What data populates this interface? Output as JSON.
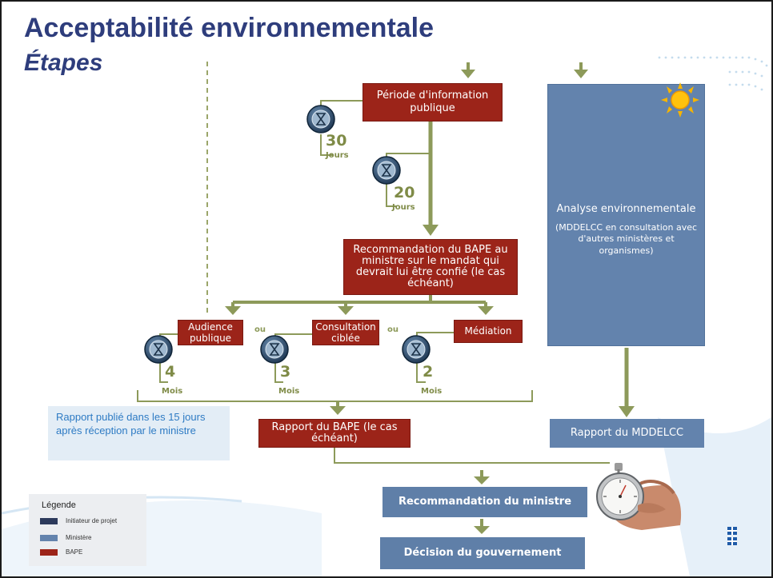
{
  "slide": {
    "title": "Acceptabilité environnementale",
    "subtitle": "Étapes"
  },
  "flow": {
    "info_period": "Période d'information publique",
    "bape_recommendation": "Recommandation du BAPE au ministre sur le mandat qui devrait lui être confié (le cas échéant)",
    "hearing": "Audience publique",
    "consultation": "Consultation ciblée",
    "mediation": "Médiation",
    "or_label": "ou",
    "bape_report": "Rapport du BAPE (le cas échéant)",
    "analysis": {
      "title": "Analyse environnementale",
      "detail": "(MDDELCC en consultation avec d'autres ministères et organismes)"
    },
    "ministry_report": "Rapport du MDDELCC",
    "minister_recommendation": "Recommandation du ministre",
    "government_decision": "Décision du gouvernement"
  },
  "timers": {
    "t30": {
      "number": "30",
      "unit": "Jours"
    },
    "t20": {
      "number": "20",
      "unit": "Jours"
    },
    "t4": {
      "number": "4",
      "unit": "Mois"
    },
    "t3": {
      "number": "3",
      "unit": "Mois"
    },
    "t2": {
      "number": "2",
      "unit": "Mois"
    }
  },
  "note": {
    "text": "Rapport publié dans les 15 jours après réception par le ministre"
  },
  "legend": {
    "title": "Légende",
    "items": [
      {
        "label": "Initiateur de projet",
        "color": "#2c3a5c"
      },
      {
        "label": "Ministère",
        "color": "#6383ad"
      },
      {
        "label": "BAPE",
        "color": "#9c2419"
      }
    ]
  },
  "colors": {
    "title": "#2e3d7c",
    "bape_red": "#9c2419",
    "ministry_blue": "#6383ad",
    "connector_olive": "#8d9a5a",
    "note_bg": "#e3edf6",
    "note_text": "#2e7bc4"
  },
  "icons": [
    "hourglass-icon",
    "sun-icon",
    "stopwatch-icon",
    "arrow-down-icon",
    "quebec-flag-icon"
  ]
}
